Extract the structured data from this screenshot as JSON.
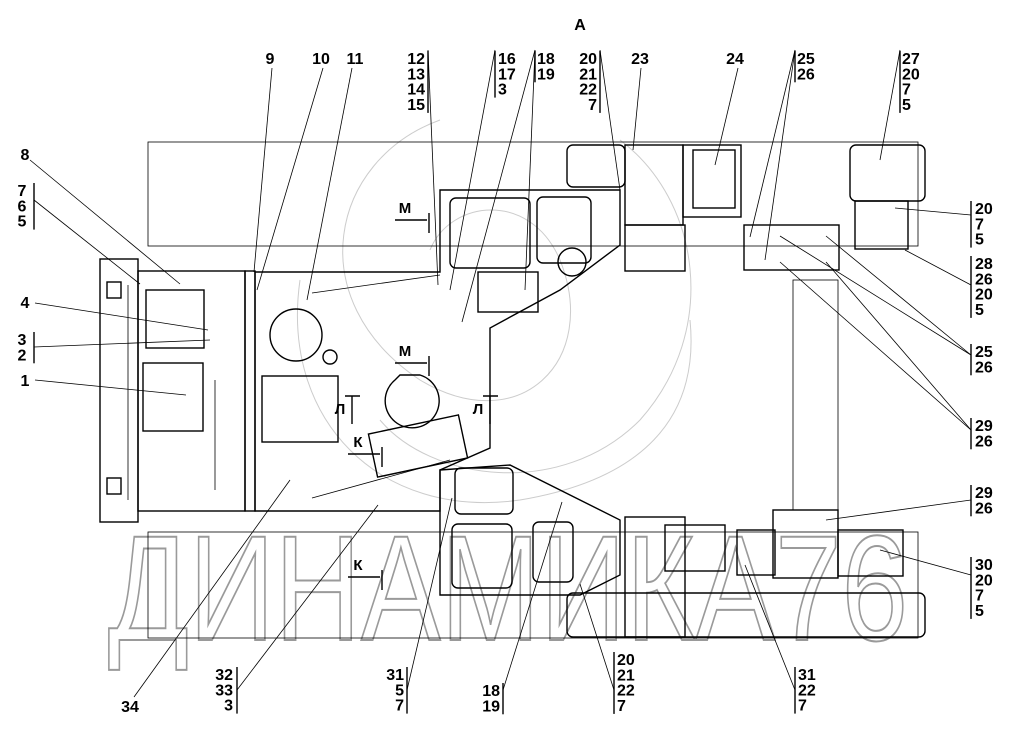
{
  "view_label": "А",
  "watermark": "ДИНАМИКА76",
  "section_marks": [
    "М",
    "М",
    "Л",
    "Л",
    "К",
    "К"
  ],
  "callouts": [
    {
      "id": "top-9",
      "lines": [
        "9"
      ]
    },
    {
      "id": "top-10",
      "lines": [
        "10"
      ]
    },
    {
      "id": "top-11",
      "lines": [
        "11"
      ]
    },
    {
      "id": "top-12",
      "lines": [
        "12",
        "13",
        "14",
        "15"
      ]
    },
    {
      "id": "top-16",
      "lines": [
        "16",
        "17",
        "3"
      ]
    },
    {
      "id": "top-18",
      "lines": [
        "18",
        "19"
      ]
    },
    {
      "id": "top-20",
      "lines": [
        "20",
        "21",
        "22",
        "7"
      ]
    },
    {
      "id": "top-23",
      "lines": [
        "23"
      ]
    },
    {
      "id": "top-24",
      "lines": [
        "24"
      ]
    },
    {
      "id": "top-25",
      "lines": [
        "25",
        "26"
      ]
    },
    {
      "id": "top-27",
      "lines": [
        "27",
        "20",
        "7",
        "5"
      ]
    },
    {
      "id": "left-8",
      "lines": [
        "8"
      ]
    },
    {
      "id": "left-7",
      "lines": [
        "7",
        "6",
        "5"
      ]
    },
    {
      "id": "left-4",
      "lines": [
        "4"
      ]
    },
    {
      "id": "left-3",
      "lines": [
        "3",
        "2"
      ]
    },
    {
      "id": "left-1",
      "lines": [
        "1"
      ]
    },
    {
      "id": "right-20",
      "lines": [
        "20",
        "7",
        "5"
      ]
    },
    {
      "id": "right-28",
      "lines": [
        "28",
        "26",
        "20",
        "5"
      ]
    },
    {
      "id": "right-25",
      "lines": [
        "25",
        "26"
      ]
    },
    {
      "id": "right-29a",
      "lines": [
        "29",
        "26"
      ]
    },
    {
      "id": "right-29b",
      "lines": [
        "29",
        "26"
      ]
    },
    {
      "id": "right-30",
      "lines": [
        "30",
        "20",
        "7",
        "5"
      ]
    },
    {
      "id": "bottom-34",
      "lines": [
        "34"
      ]
    },
    {
      "id": "bottom-32",
      "lines": [
        "32",
        "33",
        "3"
      ]
    },
    {
      "id": "bottom-31",
      "lines": [
        "31",
        "5",
        "7"
      ]
    },
    {
      "id": "bottom-18",
      "lines": [
        "18",
        "19"
      ]
    },
    {
      "id": "bottom-20",
      "lines": [
        "20",
        "21",
        "22",
        "7"
      ]
    },
    {
      "id": "bottom-31b",
      "lines": [
        "31",
        "22",
        "7"
      ]
    }
  ]
}
